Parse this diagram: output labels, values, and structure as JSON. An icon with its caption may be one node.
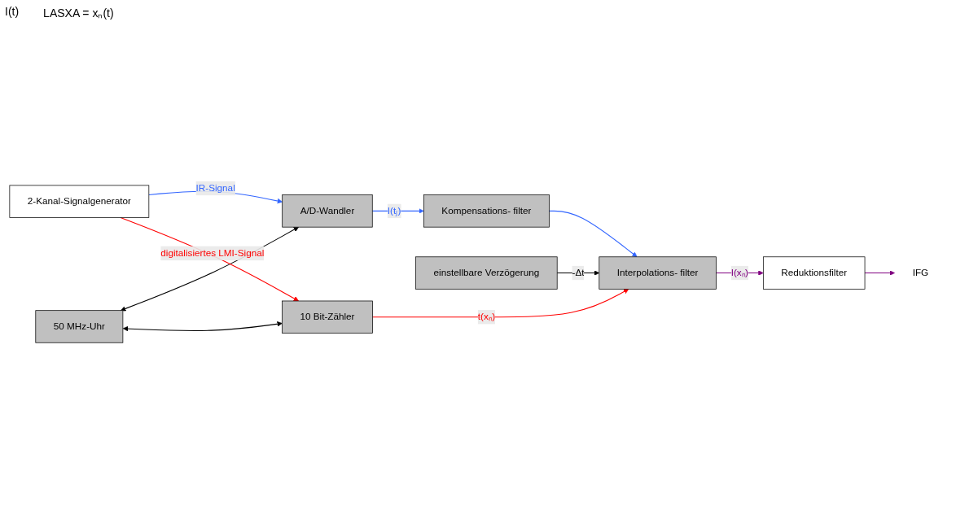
{
  "diagram": {
    "nodes": [
      {
        "text": [
          "2-Kanal-Signalgenerator"
        ]
      },
      {
        "text": [
          "A/D-Wandler"
        ]
      },
      {
        "text": [
          "Kompensations- filter"
        ]
      },
      {
        "text": [
          "Interpolations- filter"
        ]
      },
      {
        "text": [
          "Reduktionsfilter"
        ]
      },
      {
        "text": [
          "IFG"
        ]
      },
      {
        "text": [
          "50 MHz-Uhr"
        ]
      },
      {
        "text": [
          "10 Bit-Zähler"
        ]
      },
      {
        "text": [
          "einstellbare Verzögerung"
        ]
      }
    ],
    "edges": [
      {
        "from": 0,
        "to": 1,
        "arrow": "to",
        "label": "IR-Signal",
        "color": "#3366ff"
      },
      {
        "from": 1,
        "to": 2,
        "arrow": "to",
        "label": "I(tⱼ)",
        "color": "#3366ff"
      },
      {
        "from": 2,
        "to": 3,
        "arrow": "to",
        "color": "#3366ff"
      },
      {
        "from": 3,
        "to": 4,
        "arrow": "to",
        "label": "I(xₙ)",
        "color": "#800080"
      },
      {
        "from": 4,
        "to": 5,
        "arrow": "to",
        "color": "#800080"
      },
      {
        "from": 6,
        "to": 1,
        "arrow": "both",
        "color": "#000000"
      },
      {
        "from": 6,
        "to": 7,
        "arrow": "both",
        "color": "#000000"
      },
      {
        "from": 0,
        "to": 7,
        "arrow": "to",
        "label": "digitalisiertes LMI-Signal",
        "color": "#ff0000"
      },
      {
        "from": 7,
        "to": 3,
        "arrow": "to",
        "label": "t(xₙ)",
        "color": "#ff0000"
      },
      {
        "from": 8,
        "to": 3,
        "arrow": "to",
        "label": "-Δt",
        "color": "#000000"
      }
    ],
    "labels": [
      "I(t)",
      "LASXA = xₙ(t)"
    ]
  }
}
